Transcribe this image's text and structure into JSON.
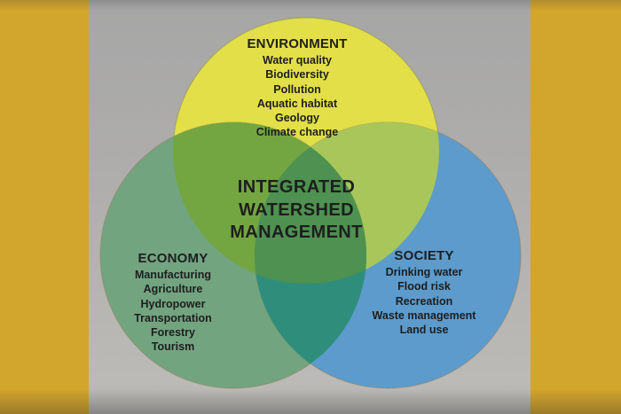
{
  "diagram": {
    "center_title_lines": [
      "INTEGRATED",
      "WATERSHED",
      "MANAGEMENT"
    ],
    "circles": [
      {
        "id": "environment",
        "label": "ENVIRONMENT",
        "color": "#E2DF48",
        "items": [
          "Water quality",
          "Biodiversity",
          "Pollution",
          "Aquatic habitat",
          "Geology",
          "Climate change"
        ]
      },
      {
        "id": "economy",
        "label": "ECONOMY",
        "color": "#72A480",
        "items": [
          "Manufacturing",
          "Agriculture",
          "Hydropower",
          "Transportation",
          "Forestry",
          "Tourism"
        ]
      },
      {
        "id": "society",
        "label": "SOCIETY",
        "color": "#5C9BCC",
        "items": [
          "Drinking water",
          "Flood risk",
          "Recreation",
          "Waste management",
          "Land use"
        ]
      }
    ],
    "overlap_colors": {
      "environment_economy": "#73A640",
      "environment_society": "#A8C65A",
      "economy_society": "#2E8E7B",
      "all_three": "#4E9150"
    },
    "background": {
      "side_bar_color": "#D2A52D",
      "canvas_color": "#B1AFAC",
      "text_color": "#1E1E1E"
    }
  }
}
